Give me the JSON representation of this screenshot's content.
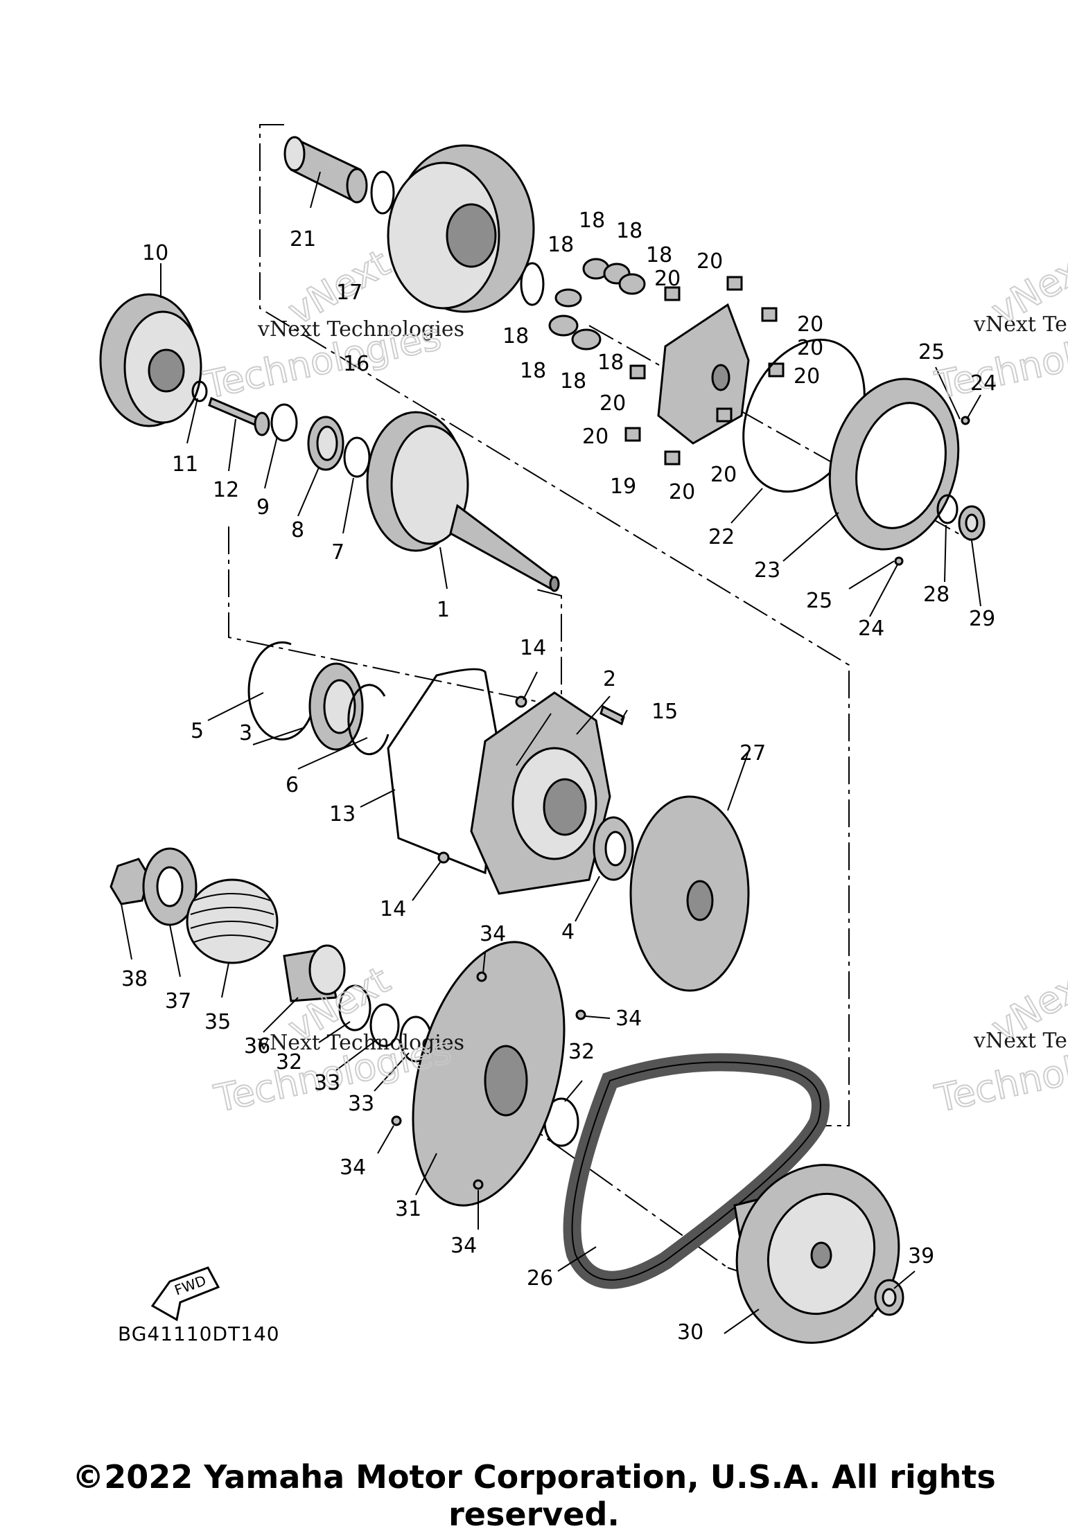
{
  "watermark": {
    "company_text": "vNext Technologies",
    "big_text": "Technologies",
    "big_prefix": "vNext"
  },
  "figure_code": "BG41110DT140",
  "direction_arrow": {
    "label": "FWD"
  },
  "copyright": "©2022 Yamaha Motor Corporation, U.S.A. All rights reserved.",
  "callouts": [
    "1",
    "2",
    "3",
    "4",
    "5",
    "6",
    "7",
    "8",
    "9",
    "10",
    "11",
    "12",
    "13",
    "14",
    "14",
    "15",
    "16",
    "17",
    "18",
    "18",
    "18",
    "18",
    "18",
    "18",
    "18",
    "18",
    "19",
    "20",
    "20",
    "20",
    "20",
    "20",
    "20",
    "20",
    "20",
    "20",
    "21",
    "22",
    "23",
    "24",
    "24",
    "25",
    "25",
    "26",
    "27",
    "28",
    "29",
    "30",
    "31",
    "32",
    "32",
    "33",
    "33",
    "34",
    "34",
    "34",
    "34",
    "35",
    "36",
    "37",
    "38",
    "39"
  ]
}
